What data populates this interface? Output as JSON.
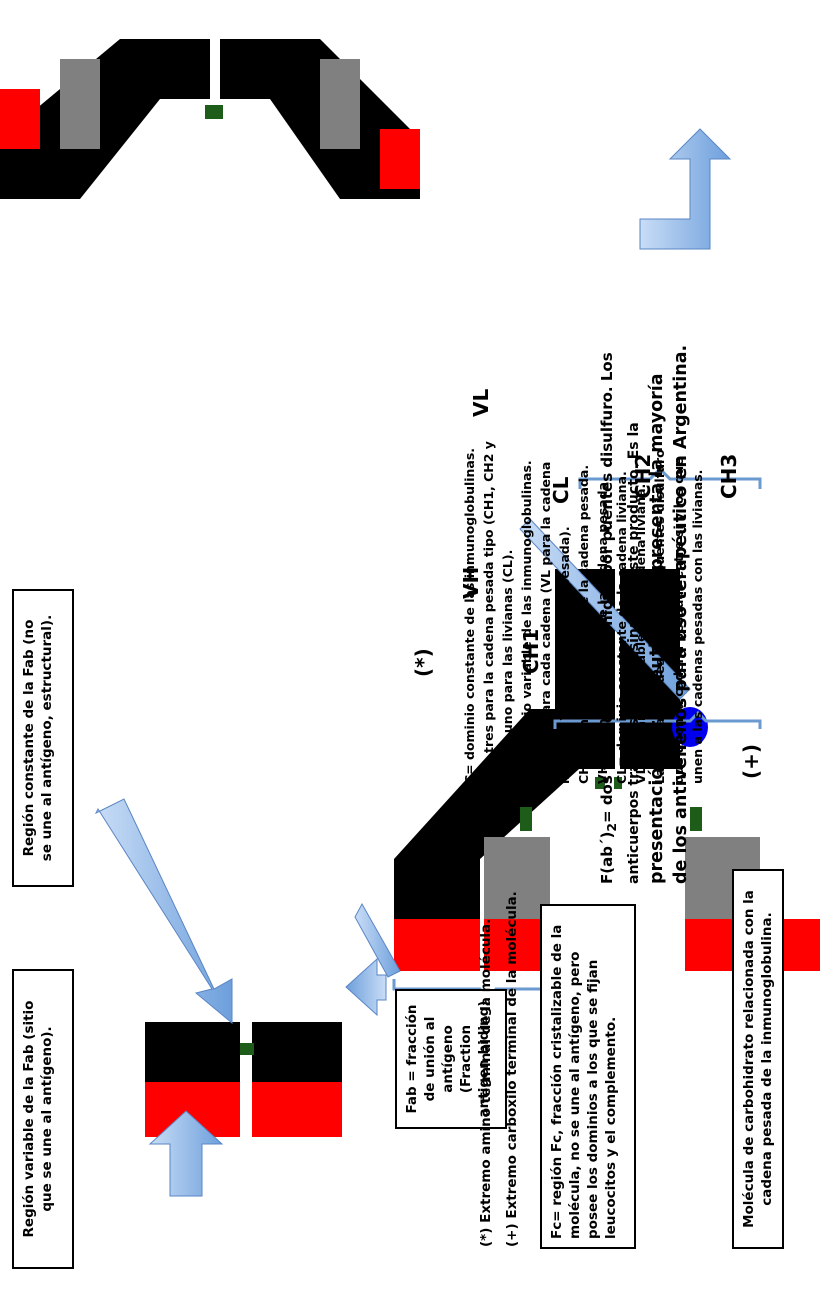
{
  "colors": {
    "variable_domain": "#ff0000",
    "constant_heavy": "#000000",
    "constant_light": "#808080",
    "disulfide_bridge": "#1e5c1a",
    "carbohydrate": "#0000ee",
    "arrow": "#8db8e8",
    "bracket": "#6a9ad0"
  },
  "boxes": {
    "variable_region": [
      "Región variable de la Fab (sitio",
      "que se une al antígeno)."
    ],
    "constant_region": [
      "Región constante de la Fab (no",
      "se une al antígeno, estructural)."
    ],
    "fab": [
      "Fab = fracción",
      "de unión al",
      "antígeno",
      "(Fraction",
      "antigen biding)"
    ],
    "fc": [
      "Fc= región Fc, fracción cristalizable de la",
      "molécula, no se une al antígeno, pero",
      "posee los dominios a los que se fijan",
      "leucocitos y el complemento."
    ],
    "carbohydrate": [
      "Molécula de carbohidrato relacionada con la",
      "cadena pesada de la inmunoglobulina."
    ]
  },
  "footnotes": {
    "amino": "(*) Extremo amino terminal de la  molécula.",
    "carboxyl": "(+) Extremo carboxilo terminal de la  molécula."
  },
  "fab2": {
    "line1_pre": "F(ab´)",
    "line1_sub": "2",
    "line1_post": "= dos fracciones Fab, unidas por puentes disulfuro. Los",
    "line2": "anticuerpos tratados con pepsina dan este producto. Es la",
    "line3": "presentación farmacéutica que presenta la mayoría",
    "line4": "de los antivenenos para uso terapéutico en Argentina."
  },
  "antibody_labels": {
    "amino_marker": "(*)",
    "carboxyl_marker": "(+)",
    "VH": "VH",
    "VL": "VL",
    "CH1": "CH1",
    "CL": "CL",
    "CH2": "CH2",
    "CH3": "CH3"
  },
  "legend": [
    "C= dominio constante de las inmunoglobulinas.",
    "Hay tres para la cadena pesada tipo (CH1, CH2 y",
    "CH3) y uno para las livianas (CL).",
    "V= dominio variable de las inmunoglobulinas.",
    "Hay uno para cada cadena (VL para la cadena",
    "liviana y VH para la cadena pesada).",
    "CH= dominio constante de la cadena pesada.",
    "VH= dominio variable de la cadena pesada.",
    "CL= dominio constante de la cadena liviana.",
    "VL= dominio variable de la cadena liviana.",
    "Las barras verdes indican los puentes disulfuro",
    "que unen la cadena pesadas entre si y los que",
    "unen a las cadenas pesadas con las livianas."
  ]
}
